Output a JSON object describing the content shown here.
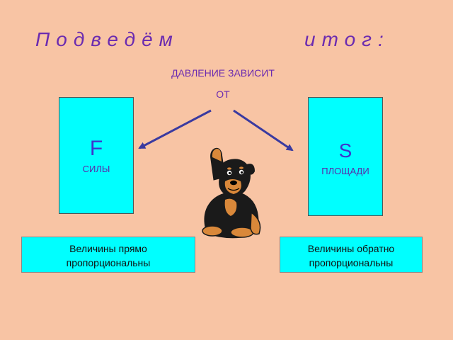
{
  "slide": {
    "title_left": "Подведём",
    "title_right": "итог:",
    "subtitle_line1": "ДАВЛЕНИЕ ЗАВИСИТ",
    "subtitle_line2": "ОТ",
    "force_card": {
      "symbol": "F",
      "word": "СИЛЫ"
    },
    "area_card": {
      "symbol": "S",
      "word": "ПЛОЩАДИ"
    },
    "direct_note": {
      "line1": "Величины прямо",
      "line2": "пропорциональны"
    },
    "inverse_note": {
      "line1": "Величины обратно",
      "line2": "пропорциональны"
    }
  },
  "colors": {
    "background": "#f8c4a4",
    "accent_text": "#6b2bb0",
    "card_fill": "#00ffff",
    "arrow": "#3a3aa0"
  },
  "icons": [
    "arrow-left-icon",
    "arrow-right-icon",
    "dog-pointing-icon"
  ]
}
